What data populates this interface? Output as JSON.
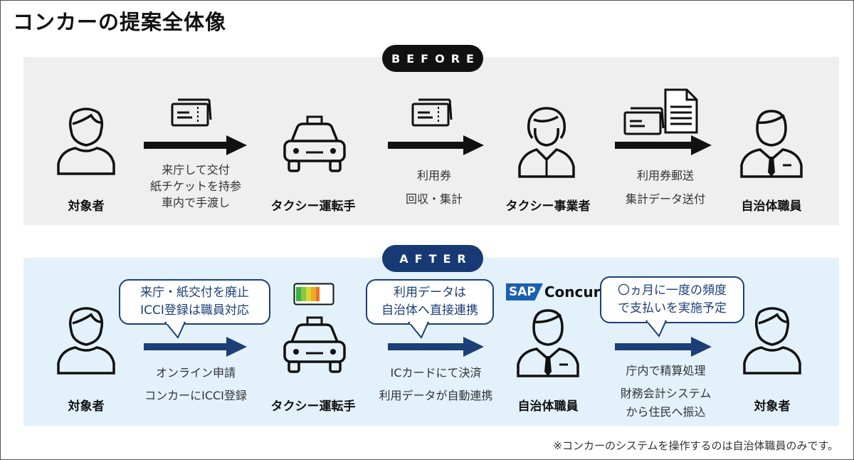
{
  "title": "コンカーの提案全体像",
  "before": {
    "label": "BEFORE",
    "roles": [
      "対象者",
      "タクシー運転手",
      "タクシー事業者",
      "自治体職員"
    ],
    "steps": [
      [
        "来庁して交付",
        "紙チケットを持参",
        "車内で手渡し"
      ],
      [
        "利用券",
        "回収・集計"
      ],
      [
        "利用券郵送",
        "集計データ送付"
      ]
    ]
  },
  "after": {
    "label": "AFTER",
    "roles": [
      "対象者",
      "タクシー運転手",
      "自治体職員",
      "対象者"
    ],
    "steps": [
      [
        "オンライン申請",
        "コンカーにICCI登録"
      ],
      [
        "ICカードにて決済",
        "利用データが自動連携"
      ],
      [
        "庁内で精算処理",
        "財務会計システム",
        "から住民へ振込"
      ]
    ],
    "bubbles": [
      [
        "来庁・紙交付を廃止",
        "ICCI登録は職員対応"
      ],
      [
        "利用データは",
        "自治体へ直接連携"
      ],
      [
        "〇ヵ月に一度の頻度",
        "で支払いを実施予定"
      ]
    ],
    "logo": {
      "sap": "SAP",
      "concur": "Concur"
    }
  },
  "footnote": "※コンカーのシステムを操作するのは自治体職員のみです。",
  "colors": {
    "before_arrow": "#111111",
    "after_arrow": "#1c3f78",
    "after_panel": "#e3f1fb",
    "before_panel": "#efefef"
  },
  "icons": [
    "person-icon",
    "taxi-icon",
    "businesswoman-icon",
    "official-icon",
    "ticket-icon",
    "document-icon",
    "ic-card-icon"
  ]
}
